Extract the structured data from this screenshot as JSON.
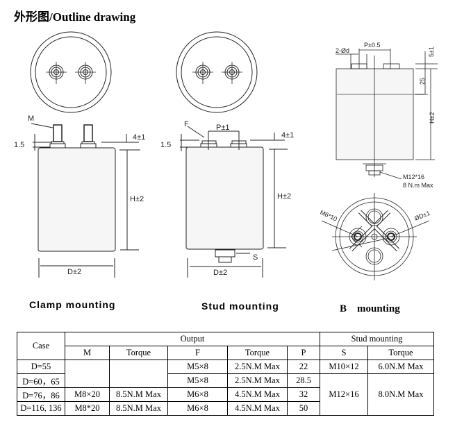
{
  "title": "外形图/Outline drawing",
  "drawings": {
    "clamp": {
      "caption": "Clamp mounting",
      "label_m": "M",
      "dim_15": "1.5",
      "dim_4": "4±1",
      "dim_h": "H±2",
      "dim_d": "D±2"
    },
    "stud": {
      "caption": "Stud mounting",
      "label_f": "F",
      "dim_p": "P±1",
      "dim_15": "1.5",
      "dim_4": "4±1",
      "dim_h": "H±2",
      "dim_d": "D±2",
      "label_s": "S"
    },
    "b": {
      "caption": "B    mounting",
      "dim_p": "P±0.5",
      "dim_d": "2-Ød",
      "dim_5": "5±1",
      "dim_25": "25",
      "dim_h": "H±2",
      "stud1": "M12*16",
      "stud2": "8 N.m Max",
      "hole": "M6*10",
      "dia": "ØD±1"
    }
  },
  "table": {
    "header": {
      "case": "Case",
      "output": "Output",
      "stud": "Stud mounting",
      "m": "M",
      "torque1": "Torque",
      "f": "F",
      "torque2": "Torque",
      "p": "P",
      "s": "S",
      "torque3": "Torque"
    },
    "rows": [
      {
        "case": "D=55",
        "m": "",
        "mt": "",
        "f": "M5×8",
        "ft": "2.5N.M Max",
        "p": "22",
        "s": "M10×12",
        "st": "6.0N.M Max"
      },
      {
        "case": "D=60，65",
        "f": "M5×8",
        "ft": "2.5N.M Max",
        "p": "28.5"
      },
      {
        "case": "D=76，86",
        "m": "M8×20",
        "mt": "8.5N.M Max",
        "f": "M6×8",
        "ft": "4.5N.M Max",
        "p": "32",
        "s": "M12×16",
        "st": "8.0N.M Max"
      },
      {
        "case": "D=116, 136",
        "m": "M8*20",
        "mt": "8.5N.M Max",
        "f": "M6×8",
        "ft": "4.5N.M Max",
        "p": "50"
      }
    ]
  }
}
